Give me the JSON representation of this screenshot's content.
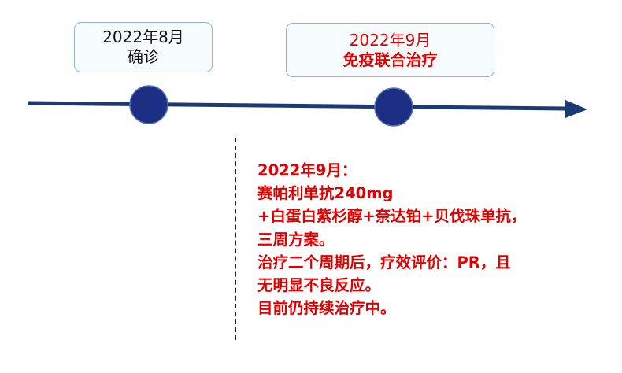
{
  "events": [
    {
      "date": "2022年8月",
      "label": "确诊"
    },
    {
      "date": "2022年9月",
      "label": "免疫联合治疗"
    }
  ],
  "detail_lines": [
    "2022年9月：",
    "赛帕利单抗240mg",
    "+白蛋白紫杉醇+奈达铂+贝伐珠单抗，",
    "三周方案。",
    "治疗二个周期后，疗效评价：PR，且",
    "无明显不良反应。",
    "目前仍持续治疗中。"
  ],
  "colors": {
    "timeline": "#1e3a74",
    "node": "#1d2f85",
    "accent_red": "#e00000"
  }
}
